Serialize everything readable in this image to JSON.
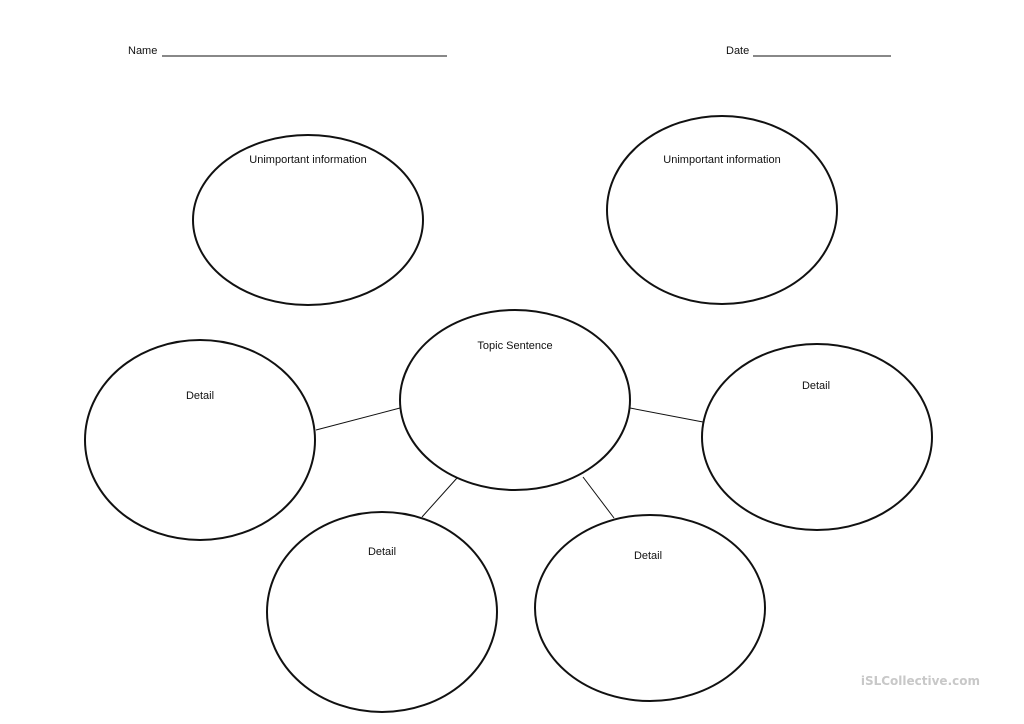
{
  "header": {
    "name_label": "Name",
    "date_label": "Date"
  },
  "bubbles": {
    "unimportant_left": "Unimportant information",
    "unimportant_right": "Unimportant information",
    "topic": "Topic Sentence",
    "detail_left": "Detail",
    "detail_right": "Detail",
    "detail_bottom_left": "Detail",
    "detail_bottom_right": "Detail"
  },
  "watermark": "iSLCollective.com"
}
